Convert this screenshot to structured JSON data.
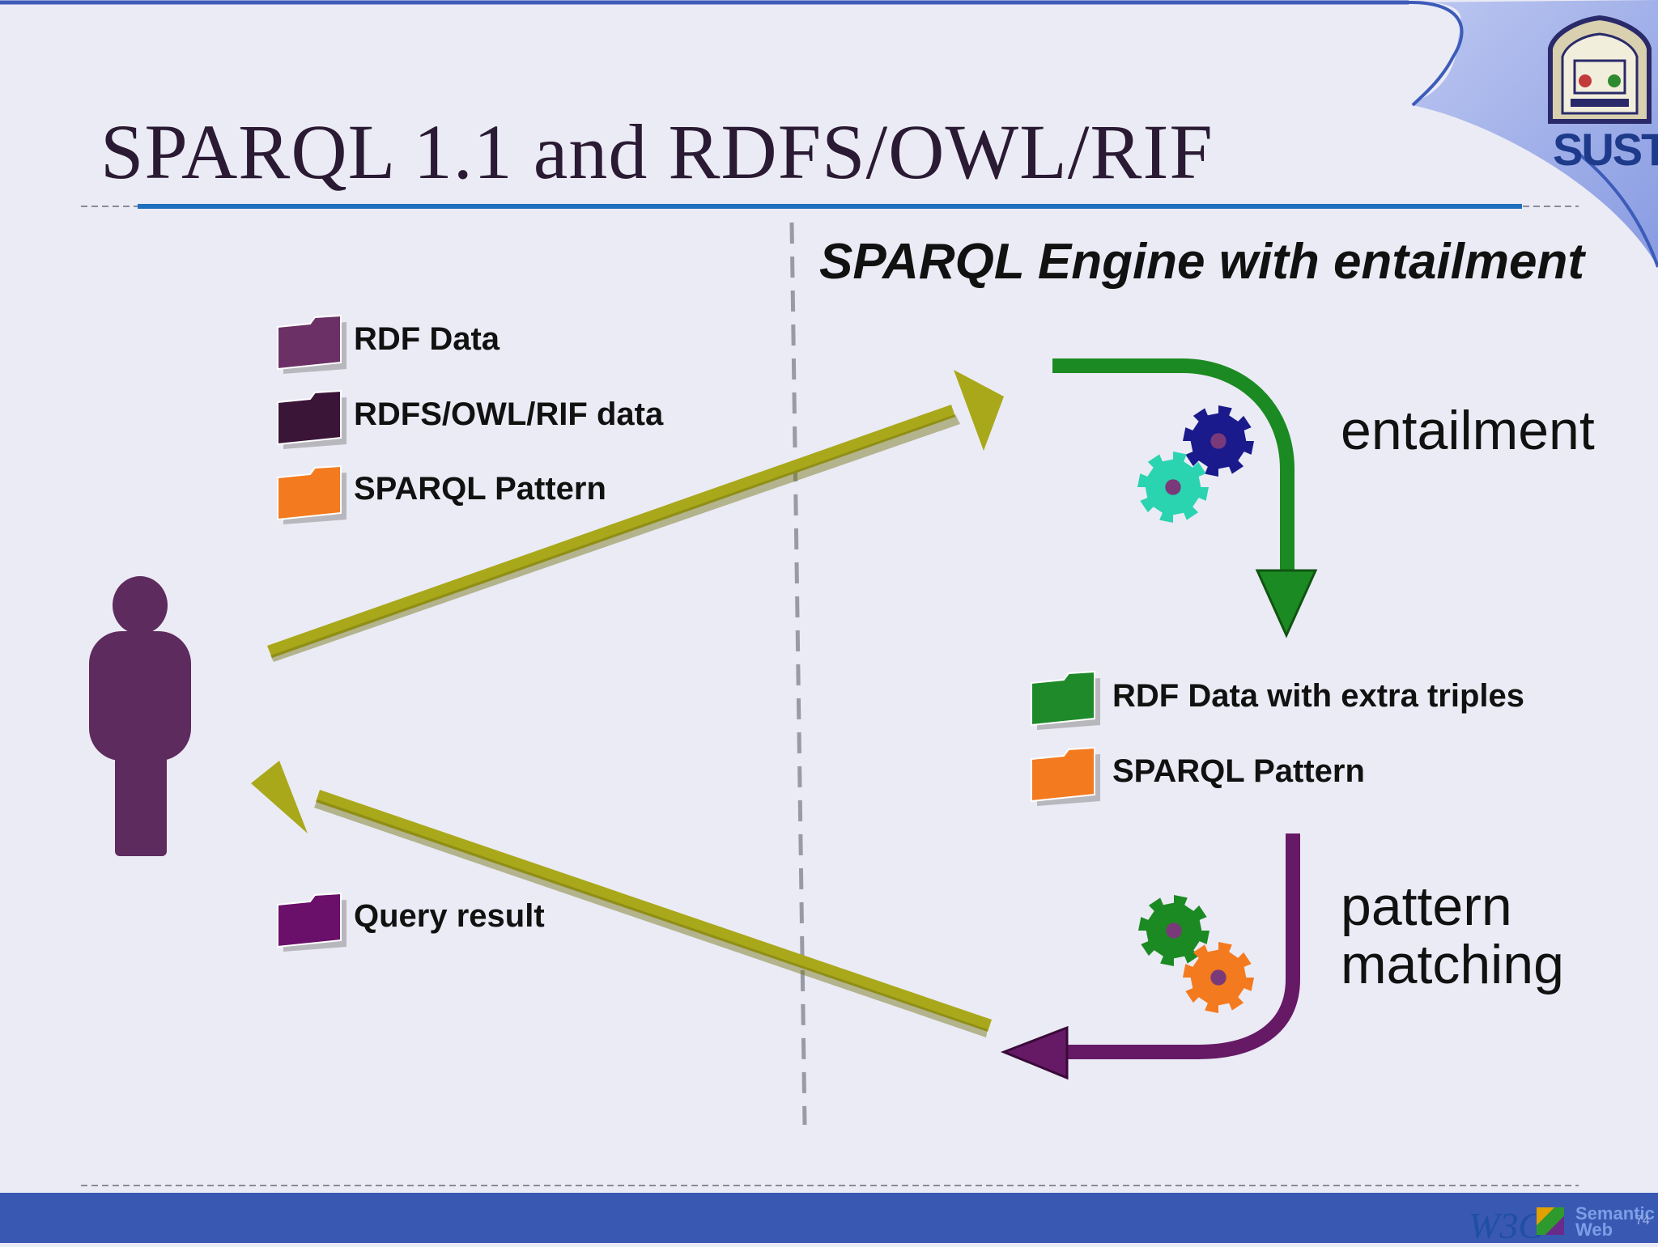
{
  "title": "SPARQL 1.1 and RDFS/OWL/RIF",
  "engine_heading": "SPARQL Engine with entailment",
  "legend_left": [
    {
      "label": "RDF Data",
      "color": "#6b3166"
    },
    {
      "label": "RDFS/OWL/RIF data",
      "color": "#3a1538"
    },
    {
      "label": "SPARQL Pattern",
      "color": "#f47a1f"
    }
  ],
  "query_result": {
    "label": "Query result",
    "color": "#6a0f6a"
  },
  "legend_right": [
    {
      "label": "RDF Data with extra triples",
      "color": "#1f8a2a"
    },
    {
      "label": "SPARQL Pattern",
      "color": "#f47a1f"
    }
  ],
  "steps": {
    "entailment": "entailment",
    "pattern_line1": "pattern",
    "pattern_line2": "matching"
  },
  "logo": {
    "text": "SUST"
  },
  "footer": {
    "w3c": "W3C",
    "semantic": "Semantic",
    "web": "Web",
    "page": "74"
  },
  "colors": {
    "arrow": "#a9a81a",
    "green_arrow": "#1c8a22",
    "purple_arrow": "#661a66",
    "person": "#5e2b5e",
    "footer": "#3958b2",
    "accent_line": "#1f6fc0"
  }
}
